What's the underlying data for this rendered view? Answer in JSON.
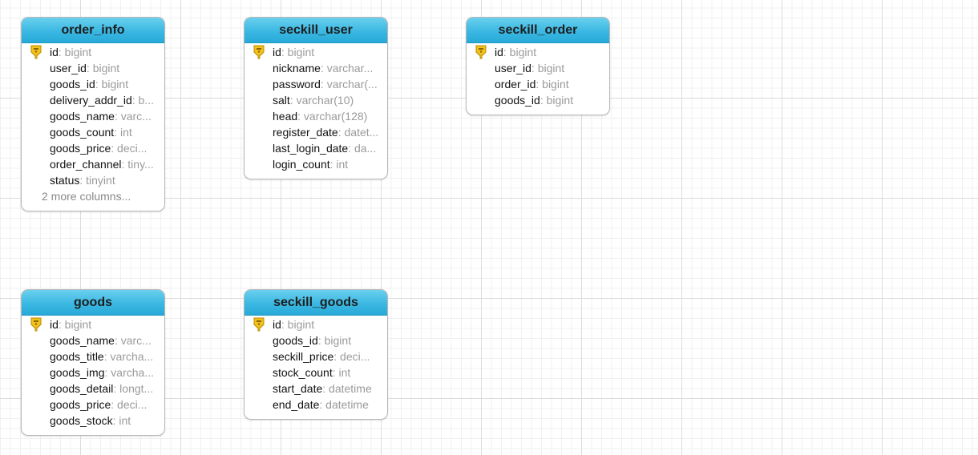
{
  "colors": {
    "header": "#3bb8e2",
    "key": "#f2c21a",
    "type_text": "#9a9a9a"
  },
  "tables": [
    {
      "name": "order_info",
      "columns": [
        {
          "name": "id",
          "sep": ":",
          "type": " bigint",
          "pk": true
        },
        {
          "name": "user_id",
          "sep": ":",
          "type": " bigint"
        },
        {
          "name": "goods_id",
          "sep": ":",
          "type": " bigint"
        },
        {
          "name": "delivery_addr_id",
          "sep": ":",
          "type": " b..."
        },
        {
          "name": "goods_name",
          "sep": ":",
          "type": " varc..."
        },
        {
          "name": "goods_count",
          "sep": ":",
          "type": " int"
        },
        {
          "name": "goods_price",
          "sep": ":",
          "type": " deci..."
        },
        {
          "name": "order_channel",
          "sep": ":",
          "type": " tiny..."
        },
        {
          "name": "status",
          "sep": ":",
          "type": " tinyint"
        }
      ],
      "more": "2 more columns..."
    },
    {
      "name": "seckill_user",
      "columns": [
        {
          "name": "id",
          "sep": ":",
          "type": " bigint",
          "pk": true
        },
        {
          "name": "nickname",
          "sep": ":",
          "type": " varchar..."
        },
        {
          "name": "password",
          "sep": ":",
          "type": " varchar(..."
        },
        {
          "name": "salt",
          "sep": ":",
          "type": " varchar(10)"
        },
        {
          "name": "head",
          "sep": ":",
          "type": " varchar(128)"
        },
        {
          "name": "register_date",
          "sep": ":",
          "type": " datet..."
        },
        {
          "name": "last_login_date",
          "sep": ":",
          "type": " da..."
        },
        {
          "name": "login_count",
          "sep": ":",
          "type": " int"
        }
      ]
    },
    {
      "name": "seckill_order",
      "columns": [
        {
          "name": "id",
          "sep": ":",
          "type": " bigint",
          "pk": true
        },
        {
          "name": "user_id",
          "sep": ":",
          "type": " bigint"
        },
        {
          "name": "order_id",
          "sep": ":",
          "type": " bigint"
        },
        {
          "name": "goods_id",
          "sep": ":",
          "type": " bigint"
        }
      ]
    },
    {
      "name": "goods",
      "columns": [
        {
          "name": "id",
          "sep": ":",
          "type": " bigint",
          "pk": true
        },
        {
          "name": "goods_name",
          "sep": ":",
          "type": " varc..."
        },
        {
          "name": "goods_title",
          "sep": ":",
          "type": " varcha..."
        },
        {
          "name": "goods_img",
          "sep": ":",
          "type": " varcha..."
        },
        {
          "name": "goods_detail",
          "sep": ":",
          "type": " longt..."
        },
        {
          "name": "goods_price",
          "sep": ":",
          "type": " deci..."
        },
        {
          "name": "goods_stock",
          "sep": ":",
          "type": " int"
        }
      ]
    },
    {
      "name": "seckill_goods",
      "columns": [
        {
          "name": "id",
          "sep": ":",
          "type": " bigint",
          "pk": true
        },
        {
          "name": "goods_id",
          "sep": ":",
          "type": " bigint"
        },
        {
          "name": "seckill_price",
          "sep": ":",
          "type": " deci..."
        },
        {
          "name": "stock_count",
          "sep": ":",
          "type": " int"
        },
        {
          "name": "start_date",
          "sep": ":",
          "type": " datetime"
        },
        {
          "name": "end_date",
          "sep": ":",
          "type": " datetime"
        }
      ]
    }
  ]
}
